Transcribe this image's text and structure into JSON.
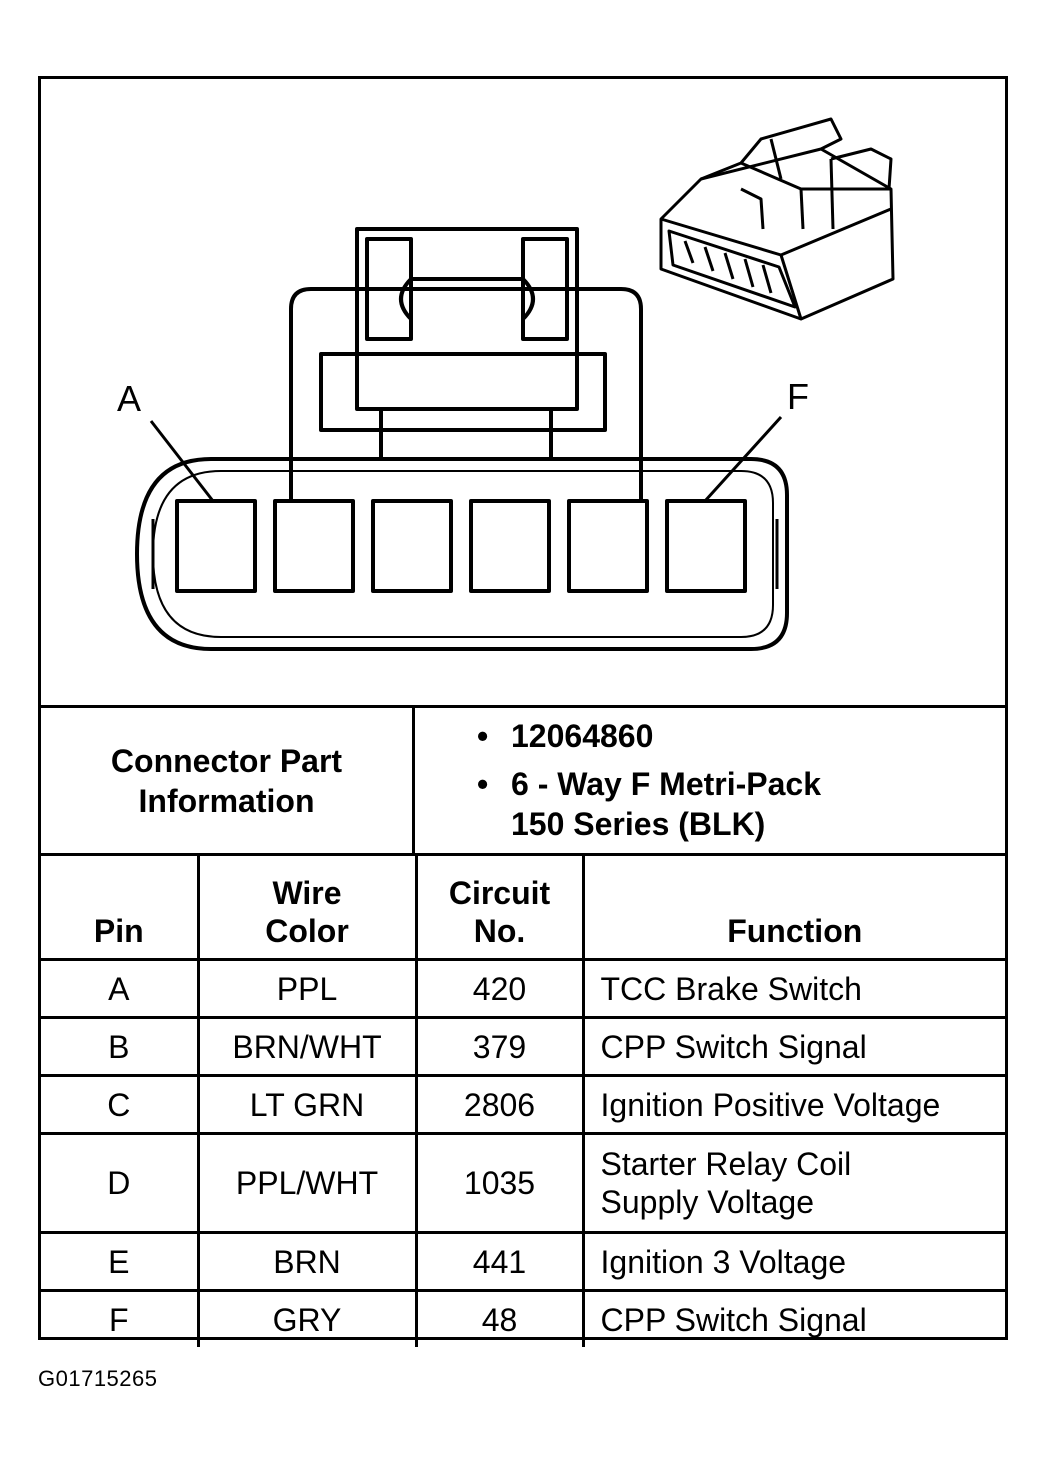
{
  "diagram": {
    "pin_labels": {
      "left": "A",
      "right": "F"
    }
  },
  "connector_info": {
    "label": "Connector Part Information",
    "items": [
      "12064860",
      "6 - Way F Metri-Pack 150 Series (BLK)"
    ]
  },
  "table": {
    "headers": {
      "pin": "Pin",
      "wire_color": "Wire Color",
      "circuit": "Circuit No.",
      "function": "Function"
    },
    "rows": [
      {
        "pin": "A",
        "wire_color": "PPL",
        "circuit": "420",
        "function": "TCC Brake Switch"
      },
      {
        "pin": "B",
        "wire_color": "BRN/WHT",
        "circuit": "379",
        "function": "CPP Switch Signal"
      },
      {
        "pin": "C",
        "wire_color": "LT GRN",
        "circuit": "2806",
        "function": "Ignition Positive Voltage"
      },
      {
        "pin": "D",
        "wire_color": "PPL/WHT",
        "circuit": "1035",
        "function": "Starter Relay Coil Supply Voltage"
      },
      {
        "pin": "E",
        "wire_color": "BRN",
        "circuit": "441",
        "function": "Ignition 3 Voltage"
      },
      {
        "pin": "F",
        "wire_color": "GRY",
        "circuit": "48",
        "function": "CPP Switch Signal"
      }
    ]
  },
  "diagram_id": "G01715265"
}
